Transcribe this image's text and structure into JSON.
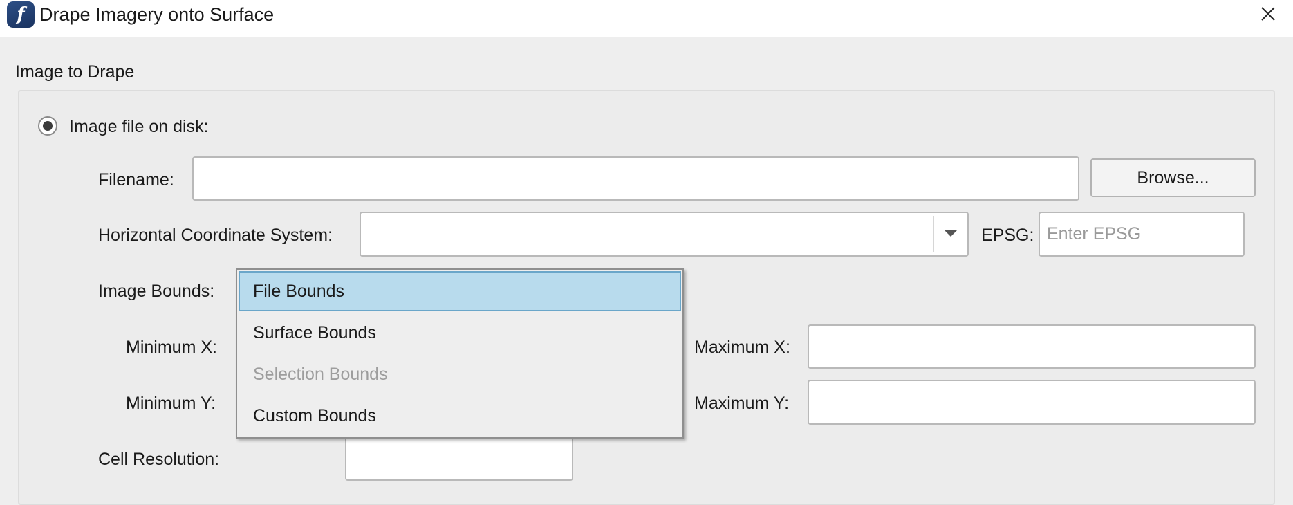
{
  "window": {
    "title": "Drape Imagery onto Surface",
    "app_icon": "f",
    "close_icon": "close-icon"
  },
  "section": {
    "label": "Image to Drape"
  },
  "radio_image_file": {
    "label": "Image file on disk:",
    "checked": true
  },
  "filename": {
    "label": "Filename:",
    "value": "",
    "browse_label": "Browse..."
  },
  "coord_system": {
    "label": "Horizontal Coordinate System:",
    "value": "",
    "epsg_label": "EPSG:",
    "epsg_placeholder": "Enter EPSG"
  },
  "image_bounds": {
    "label": "Image Bounds:",
    "options": [
      {
        "label": "File Bounds",
        "state": "selected"
      },
      {
        "label": "Surface Bounds",
        "state": "enabled"
      },
      {
        "label": "Selection Bounds",
        "state": "disabled"
      },
      {
        "label": "Custom Bounds",
        "state": "enabled"
      }
    ]
  },
  "bounds": {
    "min_x_label": "Minimum X:",
    "max_x_label": "Maximum X:",
    "min_y_label": "Minimum Y:",
    "max_y_label": "Maximum Y:",
    "max_x_value": "",
    "max_y_value": ""
  },
  "cell_resolution": {
    "label": "Cell Resolution:",
    "value": ""
  },
  "colors": {
    "selection_bg": "#b8dbed",
    "selection_border": "#6aa6c9",
    "disabled_text": "#9d9d9d",
    "dialog_bg": "#eeeeee"
  }
}
